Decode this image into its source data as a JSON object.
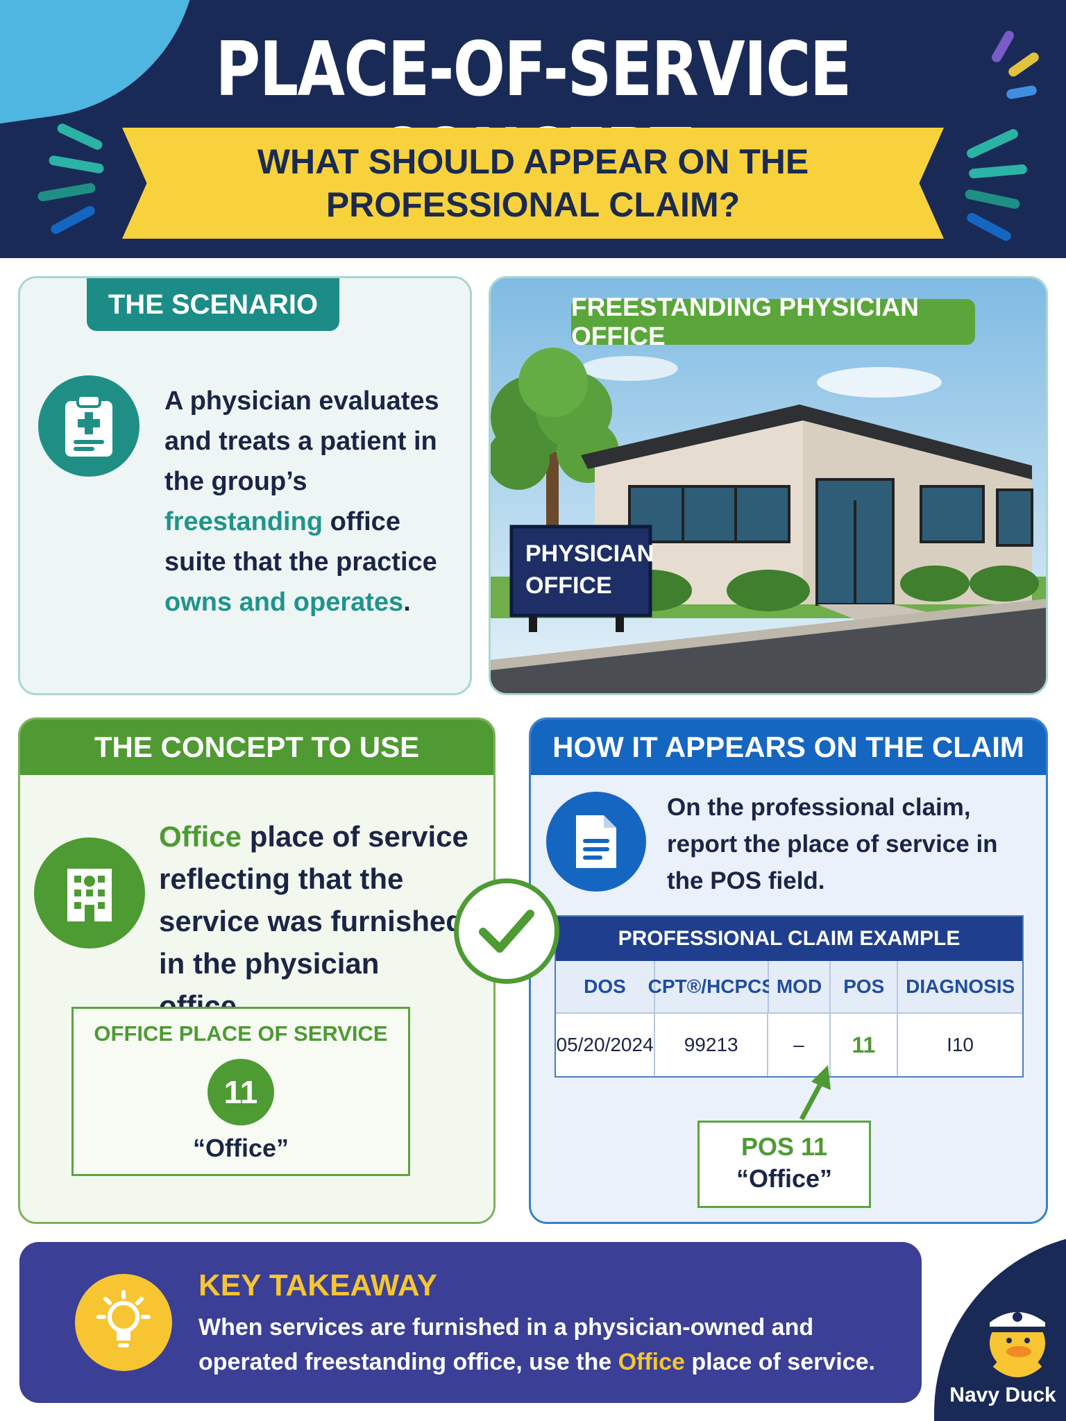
{
  "header": {
    "title": "PLACE-OF-SERVICE CONCEPT",
    "subtitle_line1": "WHAT SHOULD APPEAR ON THE",
    "subtitle_line2": "PROFESSIONAL CLAIM?"
  },
  "scenario": {
    "tag": "THE SCENARIO",
    "icon": "clipboard-medical-icon",
    "text_1": "A physician evaluates and treats a patient in the group’s ",
    "text_hl1": "freestanding",
    "text_2": " office suite that the practice ",
    "text_hl2": "owns and operates",
    "text_3": "."
  },
  "building": {
    "tag": "FREESTANDING PHYSICIAN OFFICE",
    "sign_line1": "PHYSICIAN",
    "sign_line2": "OFFICE"
  },
  "concept": {
    "heading": "THE CONCEPT TO USE",
    "icon": "office-building-icon",
    "text_hl": "Office",
    "text": " place of service reflecting that the service was furnished in the physician office.",
    "box_label": "OFFICE PLACE OF SERVICE",
    "box_code": "11",
    "box_name": "“Office”"
  },
  "claim": {
    "heading": "HOW IT APPEARS ON THE CLAIM",
    "icon": "document-icon",
    "text": "On the professional claim, report the place of service in the POS field.",
    "table_title": "PROFESSIONAL CLAIM EXAMPLE",
    "columns": [
      "DOS",
      "CPT®/HCPCS",
      "MOD",
      "POS",
      "DIAGNOSIS"
    ],
    "row": [
      "05/20/2024",
      "99213",
      "–",
      "11",
      "I10"
    ],
    "callout_line1": "POS 11",
    "callout_line2": "“Office”"
  },
  "takeaway": {
    "icon": "lightbulb-icon",
    "title": "KEY TAKEAWAY",
    "text_1": "When services are furnished in a physician-owned and operated freestanding office, use the ",
    "text_hl": "Office",
    "text_2": " place of service."
  },
  "brand": {
    "name": "Navy Duck"
  },
  "colors": {
    "navy": "#1a2a57",
    "yellow": "#f8d23c",
    "teal": "#1f8f86",
    "green": "#4e9a33",
    "blue": "#1566c0",
    "purple": "#3b3f96"
  }
}
